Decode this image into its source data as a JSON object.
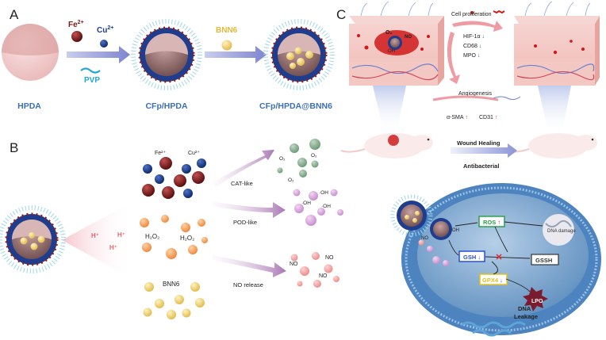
{
  "panels": {
    "a": {
      "letter": "A",
      "ion1": "Fe",
      "ion1_sup": "2+",
      "ion2": "Cu",
      "ion2_sup": "2+",
      "pvp": "PVP",
      "bnn6": "BNN6",
      "label_hpda": "HPDA",
      "label_cfp": "CFp/HPDA",
      "label_cfp_bnn6": "CFp/HPDA@BNN6"
    },
    "b": {
      "letter": "B",
      "h_plus": "H⁺",
      "fe_label": "Fe²⁺",
      "cu_label": "Cu²⁺",
      "h2o2_label": "H₂O₂",
      "bnn6_label": "BNN6",
      "cat_like": "CAT-like",
      "pod_like": "POD-like",
      "no_release": "NO release",
      "o2": "O₂",
      "oh": "·OH",
      "no": "NO"
    },
    "c": {
      "letter": "C",
      "cell_proliferation": "Cell proliferation",
      "hif": "HIF-1α",
      "cd68": "CD68",
      "mpo": "MPO",
      "angiogenesis": "Angiogenesis",
      "asma": "α-SMA",
      "cd31": "CD31",
      "wound_healing": "Wound   Healing",
      "antibacterial": "Antibacterial",
      "ros": "ROS",
      "dna_damage": "DNA damage",
      "gsh": "GSH",
      "gssh": "GSSH",
      "gpx4": "GPX4",
      "lpo": "LPO",
      "dna_leakage_1": "DNA",
      "dna_leakage_2": "Leakage",
      "oh": "·OH",
      "no": "NO",
      "o2": "O₂"
    }
  },
  "colors": {
    "blue_label": "#3b6fb6",
    "arrow_blue": "#8b94d6",
    "fe_ball": "#7a1b1b",
    "cu_ball": "#1a3d8a",
    "bnn6_ball": "#f2d77a",
    "up_red": "#e0262b",
    "down_blue": "#2f5fb0",
    "ros_green": "#2aa04a",
    "gsh_blue": "#2d4fd1",
    "gpx4_yellow": "#e3c21a"
  }
}
